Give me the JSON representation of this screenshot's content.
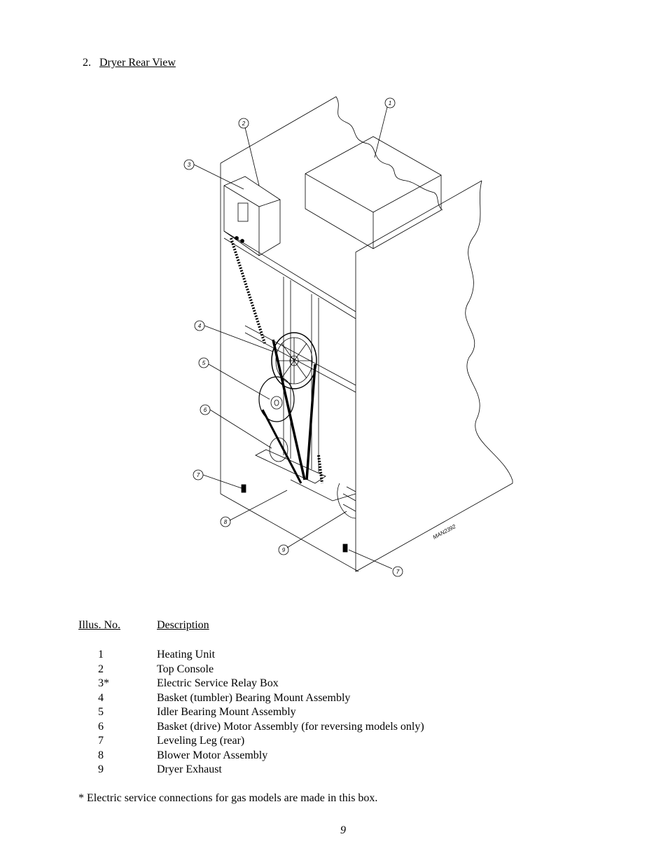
{
  "section": {
    "number": "2.",
    "title": "Dryer Rear View"
  },
  "figure": {
    "drawing_id": "MAN2392",
    "callouts": [
      "1",
      "2",
      "3",
      "4",
      "5",
      "6",
      "7",
      "8",
      "9",
      "7"
    ]
  },
  "table": {
    "headers": {
      "illus_no": "Illus. No.",
      "description": "Description"
    },
    "rows": [
      {
        "no": "1",
        "desc": "Heating Unit"
      },
      {
        "no": "2",
        "desc": "Top Console"
      },
      {
        "no": "3*",
        "desc": "Electric Service Relay Box"
      },
      {
        "no": "4",
        "desc": "Basket (tumbler) Bearing Mount Assembly"
      },
      {
        "no": "5",
        "desc": "Idler Bearing Mount Assembly"
      },
      {
        "no": "6",
        "desc": "Basket (drive) Motor Assembly (for reversing models only)"
      },
      {
        "no": "7",
        "desc": "Leveling Leg (rear)"
      },
      {
        "no": "8",
        "desc": "Blower Motor Assembly"
      },
      {
        "no": "9",
        "desc": "Dryer Exhaust"
      }
    ]
  },
  "footnote": "* Electric service connections for gas models are made in this box.",
  "page_number": "9"
}
